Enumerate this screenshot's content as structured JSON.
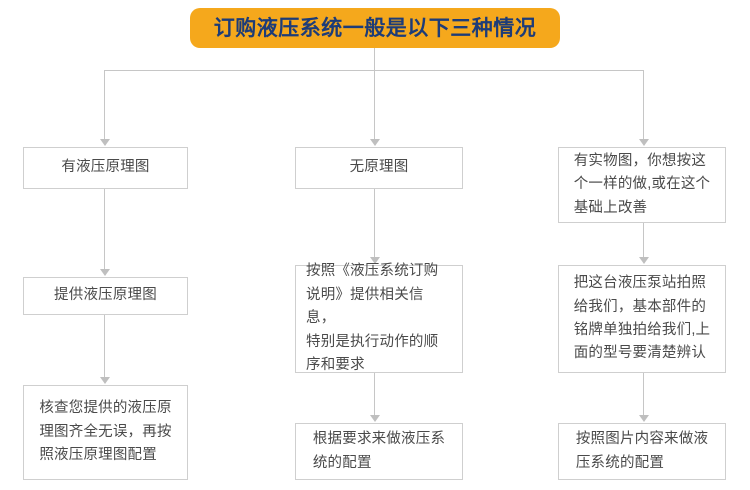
{
  "title": {
    "text": "订购液压系统一般是以下三种情况",
    "bg_color": "#F5A81C",
    "text_color": "#1D3C78"
  },
  "colors": {
    "box_border": "#CFCFCF",
    "connector": "#C6C6C6",
    "box_text": "#4A4A4A",
    "canvas_bg": "#FFFFFF"
  },
  "branches": [
    {
      "id": "branch-1",
      "steps": [
        "有液压原理图",
        "提供液压原理图",
        "核查您提供的液压原\n理图齐全无误，再按\n照液压原理图配置"
      ]
    },
    {
      "id": "branch-2",
      "steps": [
        "无原理图",
        "按照《液压系统订购\n说明》提供相关信息，\n特别是执行动作的顺\n序和要求",
        "根据要求来做液压系\n统的配置"
      ]
    },
    {
      "id": "branch-3",
      "steps": [
        "有实物图，你想按这\n个一样的做,或在这个\n基础上改善",
        "把这台液压泵站拍照\n给我们，基本部件的\n铭牌单独拍给我们,上\n面的型号要清楚辨认",
        "按照图片内容来做液\n压系统的配置"
      ]
    }
  ]
}
